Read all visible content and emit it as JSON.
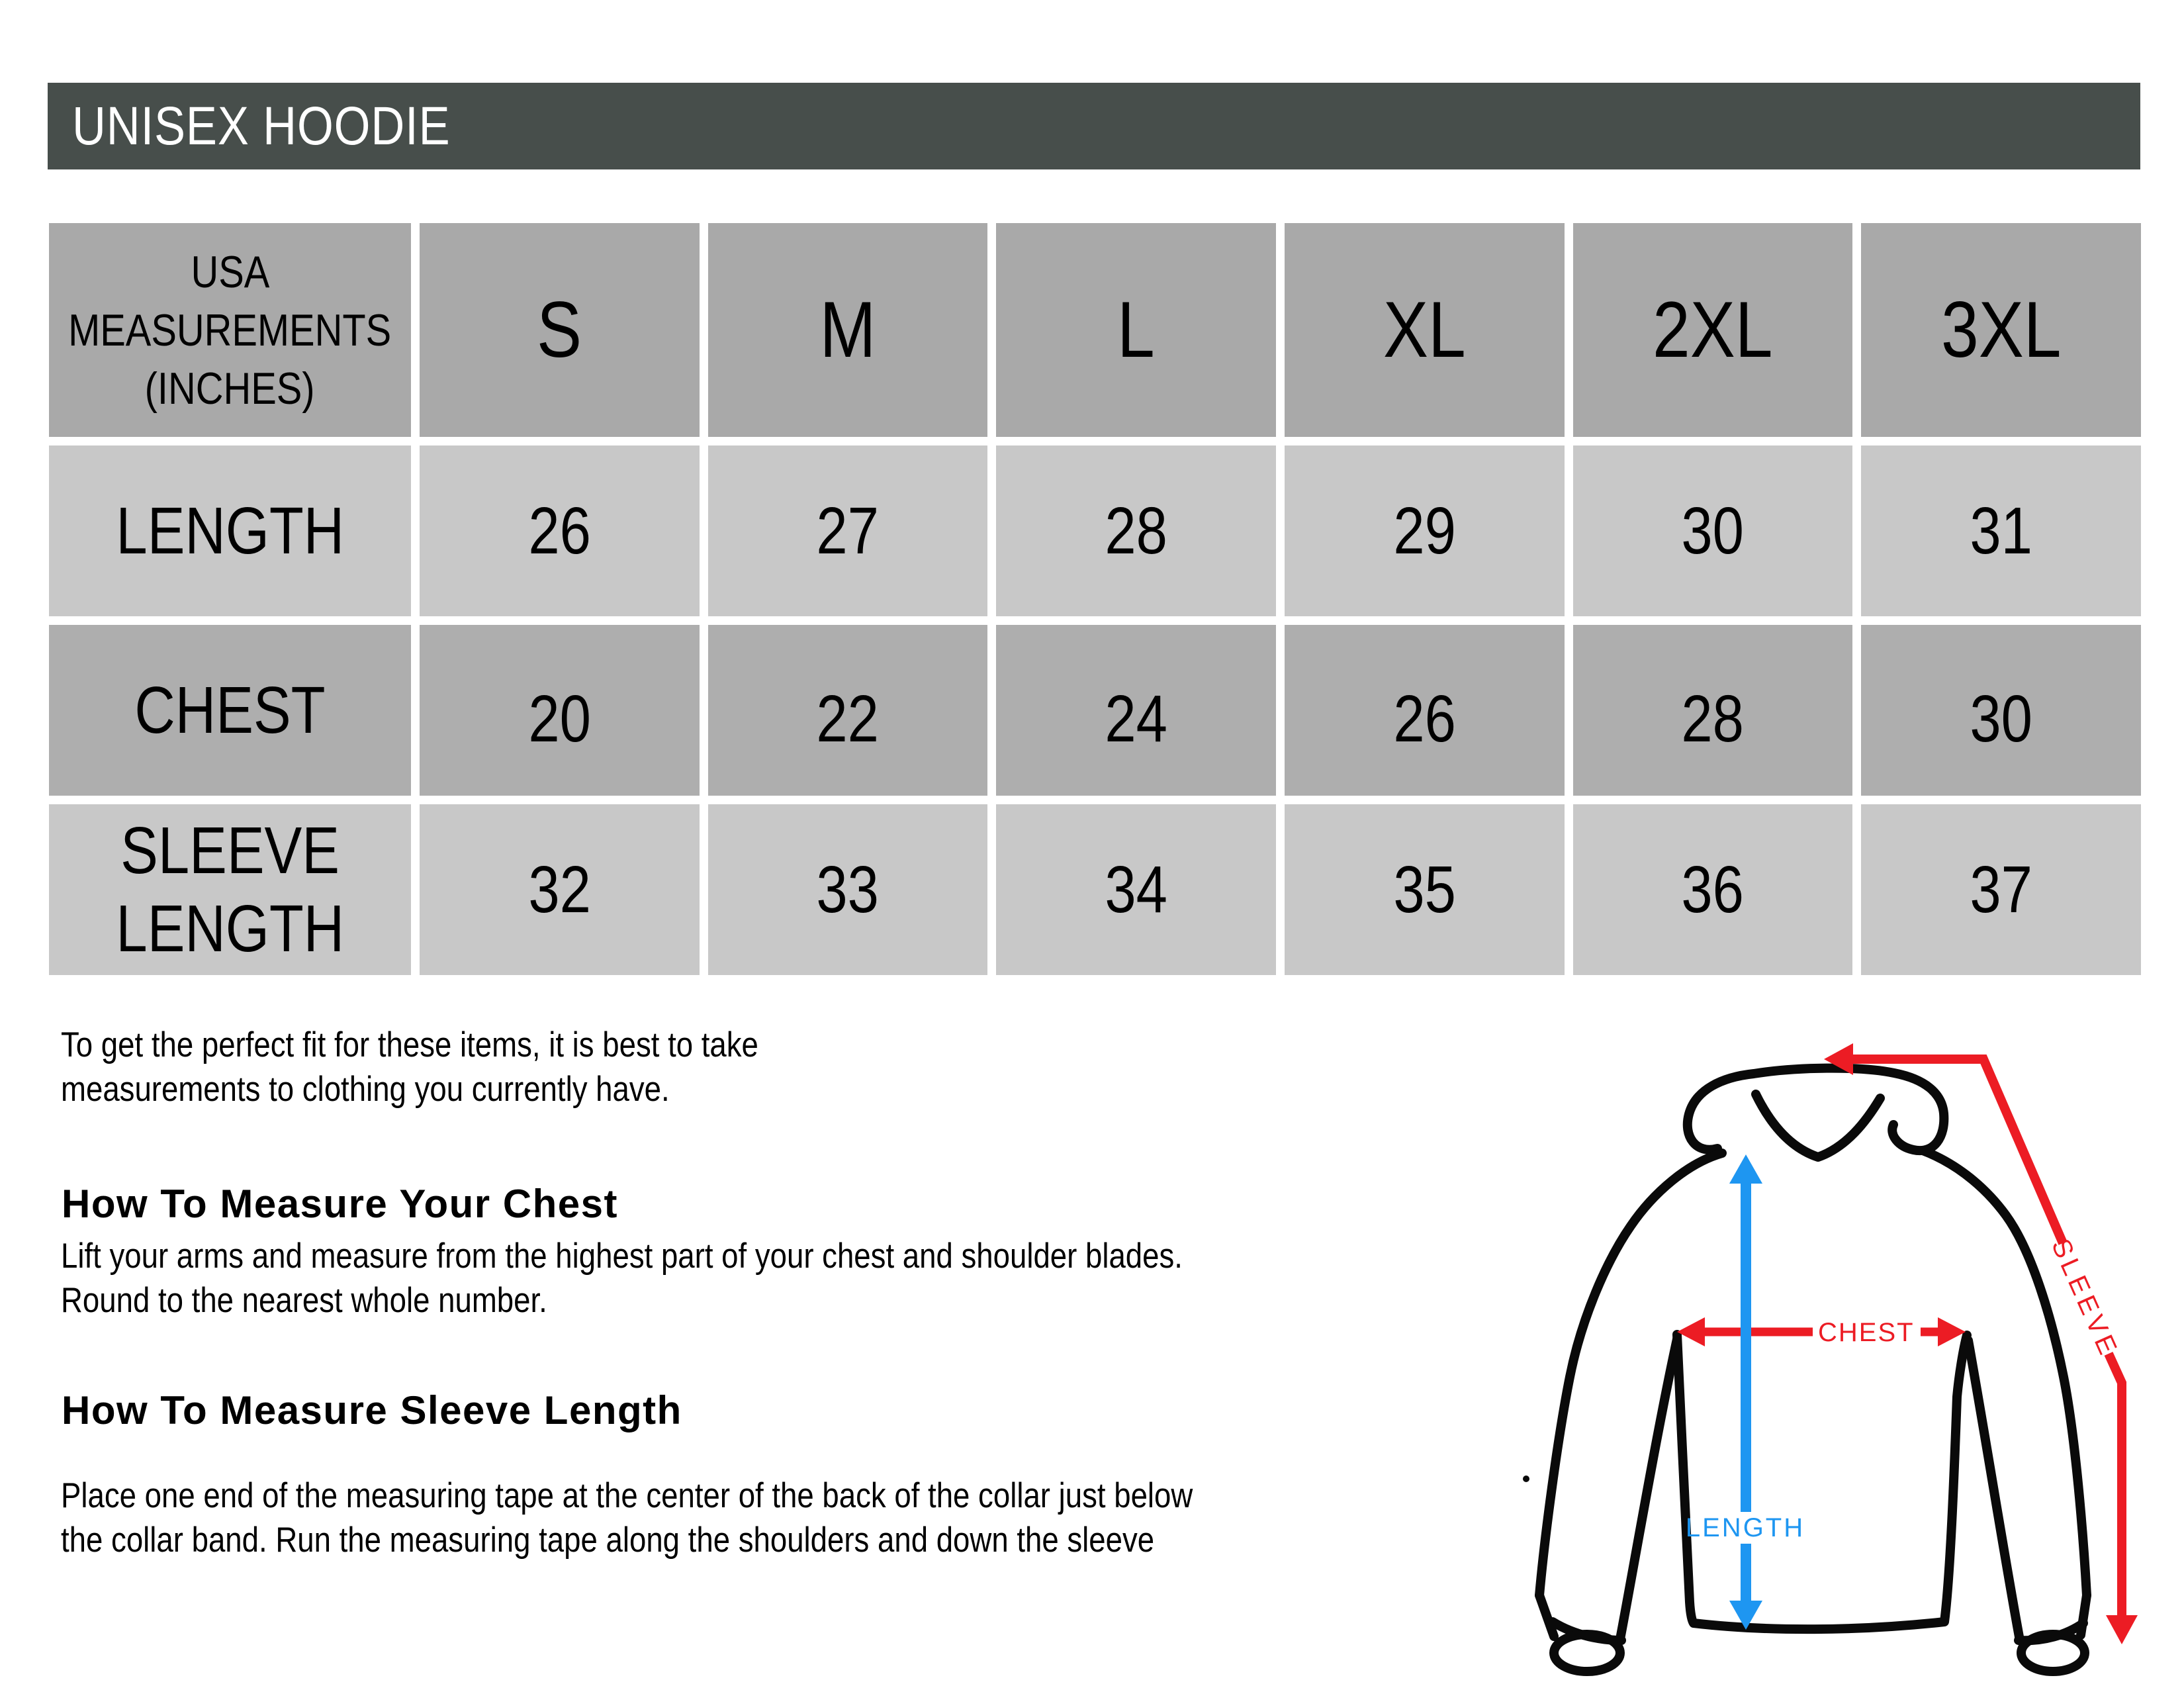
{
  "title_bar": {
    "label": "UNISEX HOODIE",
    "bg_color": "#474e4b",
    "text_color": "#ffffff"
  },
  "size_table": {
    "corner_lines": [
      "USA",
      "MEASUREMENTS",
      "(INCHES)"
    ],
    "columns": [
      "S",
      "M",
      "L",
      "XL",
      "2XL",
      "3XL"
    ],
    "rows": [
      {
        "label": "LENGTH",
        "values": [
          "26",
          "27",
          "28",
          "29",
          "30",
          "31"
        ]
      },
      {
        "label": "CHEST",
        "values": [
          "20",
          "22",
          "24",
          "26",
          "28",
          "30"
        ]
      },
      {
        "label_lines": [
          "SLEEVE",
          "LENGTH"
        ],
        "values": [
          "32",
          "33",
          "34",
          "35",
          "36",
          "37"
        ]
      }
    ],
    "colors": {
      "header_bg": "#a9a9a9",
      "dark_row_bg": "#aeaeae",
      "light_row_bg": "#c8c8c8",
      "gutter": "#ffffff",
      "text": "#000000"
    }
  },
  "fit_note": {
    "lines": [
      "To get the perfect fit for these items, it is best to take",
      "measurements to clothing you currently have."
    ]
  },
  "chest_section": {
    "heading": "How To Measure Your Chest",
    "lines": [
      "Lift your arms and measure from the highest part of your chest and shoulder blades.",
      "Round to the nearest whole number."
    ]
  },
  "sleeve_section": {
    "heading": "How To Measure Sleeve Length",
    "lines": [
      "Place one end of the measuring tape at the center of the back of the collar just below",
      "the collar band. Run the measuring tape along the shoulders and down the sleeve"
    ]
  },
  "diagram": {
    "labels": {
      "sleeve": "SLEEVE",
      "chest": "CHEST",
      "length": "LENGTH"
    },
    "arrow_red": "#ec1c24",
    "arrow_blue": "#1e96f1",
    "outline_color": "#0a0a0a"
  }
}
